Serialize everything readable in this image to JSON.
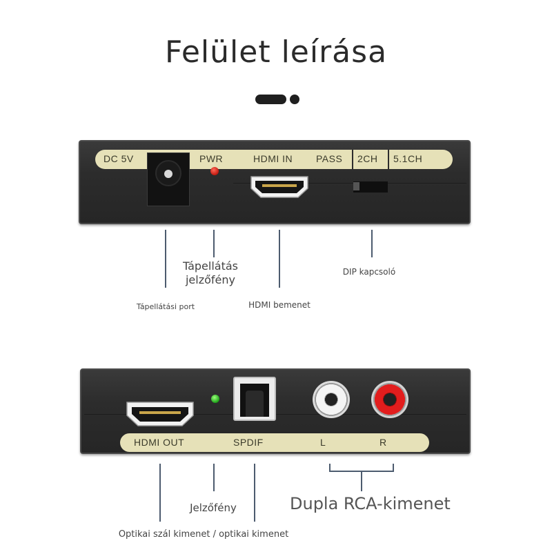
{
  "title": "Felület leírása",
  "top_device": {
    "labels": {
      "dc5v": "DC 5V",
      "pwr": "PWR",
      "hdmi_in": "HDMI IN",
      "pass": "PASS",
      "ch2": "2CH",
      "ch51": "5.1CH"
    }
  },
  "bottom_device": {
    "labels": {
      "hdmi_out": "HDMI OUT",
      "spdif": "SPDIF",
      "l": "L",
      "r": "R"
    }
  },
  "callouts": {
    "power_port": "Tápellátási port",
    "power_led_line1": "Tápellátás",
    "power_led_line2": "jelzőfény",
    "hdmi_input": "HDMI bemenet",
    "dip_switch": "DIP kapcsoló",
    "indicator": "Jelzőfény",
    "optical_output": "Optikai szál kimenet / optikai kimenet",
    "dual_rca": "Dupla RCA-kimenet"
  },
  "colors": {
    "label_bar": "#e6e1b8",
    "device_body": "#2c2c2c",
    "led_power": "#d0241a",
    "led_indicator": "#33c02a",
    "callout_line": "#4c5b6e"
  },
  "icons": [
    "hdmi-port-icon",
    "dc-jack-icon",
    "optical-port-icon",
    "rca-jack-icon",
    "led-icon"
  ]
}
